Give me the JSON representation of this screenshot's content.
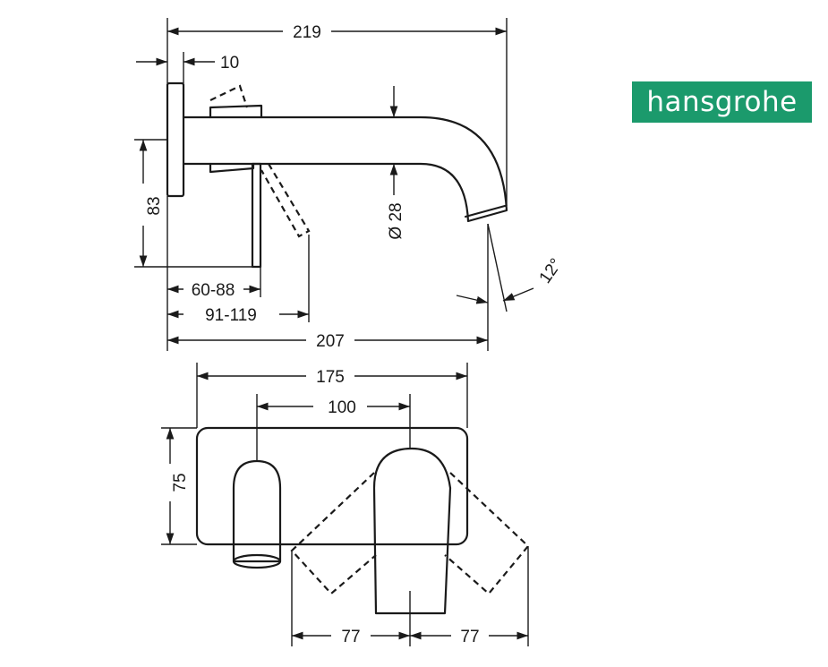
{
  "brand": {
    "logo_text": "hansgrohe",
    "color": "#1b9a6c"
  },
  "side_view": {
    "dim_total_length": "219",
    "dim_plate": "10",
    "dim_height": "83",
    "dim_spout_diameter": "Ø 28",
    "dim_lever_range_1": "60-88",
    "dim_lever_range_2": "91-119",
    "dim_projection": "207",
    "dim_angle": "12°"
  },
  "front_view": {
    "dim_plate_width": "175",
    "dim_center_distance": "100",
    "dim_plate_height": "75",
    "dim_swing_left": "77",
    "dim_swing_right": "77"
  }
}
